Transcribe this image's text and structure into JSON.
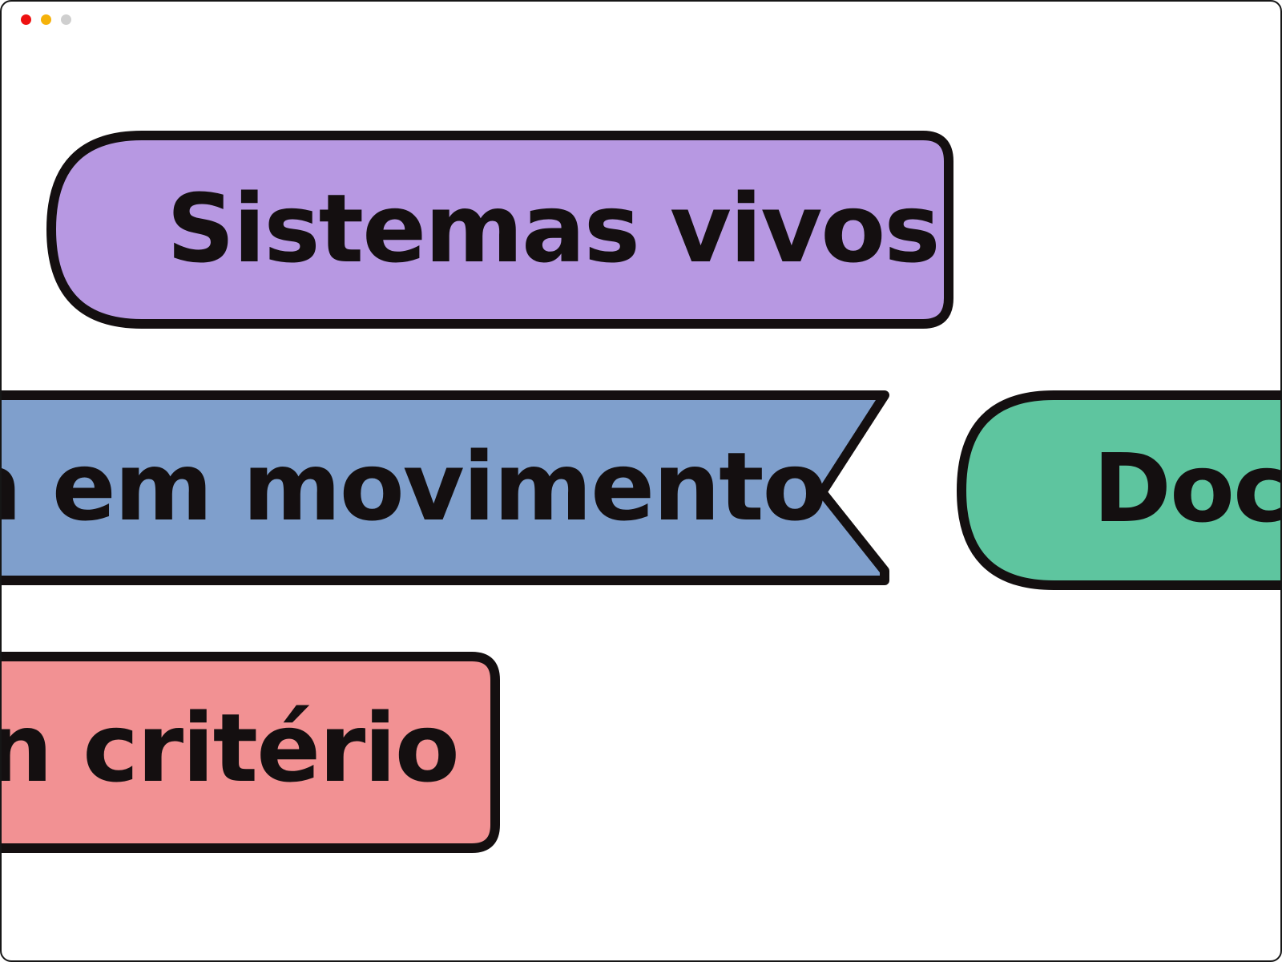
{
  "window": {
    "controls": {
      "close_color": "#ee1111",
      "minimize_color": "#f5b20a",
      "maximize_color": "#cfcfcf"
    }
  },
  "tags": [
    {
      "text": "Sistemas vivos",
      "color": "#b798e2",
      "shape": "rounded-left-capsule"
    },
    {
      "text": "a em movimento",
      "color": "#7f9fcc",
      "shape": "ribbon-notched-right"
    },
    {
      "text": "Doc",
      "color": "#5ec59f",
      "shape": "rounded-left-capsule"
    },
    {
      "text": "n critério",
      "color": "#f29193",
      "shape": "rounded-rectangle"
    }
  ],
  "colors": {
    "outline": "#140f10",
    "text": "#140f10",
    "background": "#ffffff"
  }
}
